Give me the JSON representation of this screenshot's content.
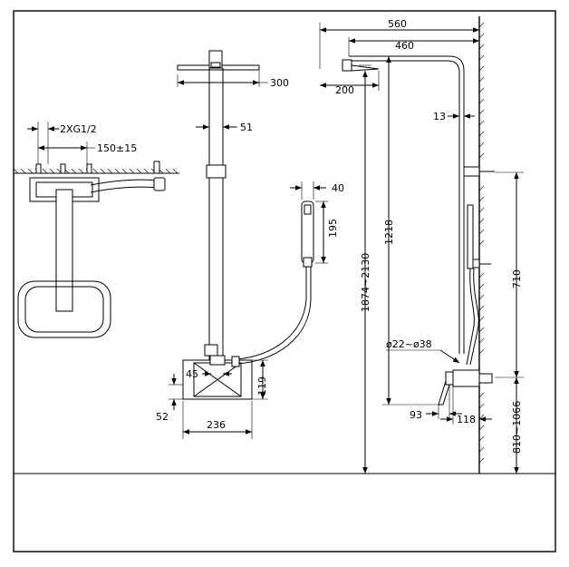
{
  "dimensions": {
    "fitting_spec": "2XG1/2",
    "inlet_spacing": "150±15",
    "head_width": "300",
    "column_width": "51",
    "handset_width": "40",
    "handset_length": "195",
    "mixer_offset": "45",
    "mixer_height": "119",
    "mixer_depth": "52",
    "mixer_width": "236",
    "overall_depth": "560",
    "arm_projection": "460",
    "head_depth": "200",
    "pipe_gap": "13",
    "total_height": "1874~2130",
    "riser_height": "1218",
    "bracket_spacing": "710",
    "pipe_diameter": "ø22~ø38",
    "handle_offset": "93",
    "mixer_projection": "118",
    "inlet_height": "810~1066"
  }
}
